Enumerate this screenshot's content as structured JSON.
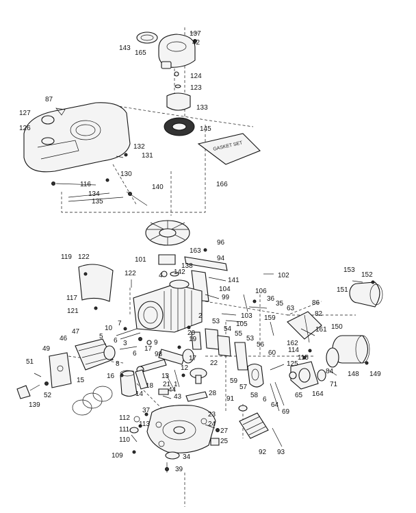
{
  "gasket_set_label": "GASKET SET",
  "labels": [
    "137",
    "42",
    "143",
    "165",
    "124",
    "123",
    "133",
    "145",
    "87",
    "127",
    "126",
    "132",
    "131",
    "130",
    "166",
    "116",
    "134",
    "135",
    "140",
    "96",
    "163",
    "101",
    "94",
    "119",
    "122",
    "138",
    "102",
    "4",
    "142",
    "141",
    "122",
    "117",
    "106",
    "104",
    "99",
    "36",
    "35",
    "121",
    "153",
    "152",
    "151",
    "103",
    "105",
    "159",
    "63",
    "86",
    "2",
    "53",
    "54",
    "82",
    "20",
    "55",
    "161",
    "162",
    "114",
    "150",
    "47",
    "7",
    "10",
    "5",
    "9",
    "3",
    "19",
    "53",
    "56",
    "115",
    "46",
    "49",
    "6",
    "8",
    "98",
    "17",
    "22",
    "60",
    "125",
    "84",
    "71",
    "51",
    "6",
    "13",
    "12",
    "21",
    "1",
    "59",
    "57",
    "58",
    "65",
    "164",
    "148",
    "149",
    "16",
    "17",
    "18",
    "44",
    "43",
    "28",
    "6",
    "64",
    "69",
    "15",
    "14",
    "52",
    "139",
    "91",
    "37",
    "23",
    "112",
    "113",
    "111",
    "24",
    "27",
    "110",
    "25",
    "92",
    "93",
    "109",
    "34",
    "39"
  ]
}
